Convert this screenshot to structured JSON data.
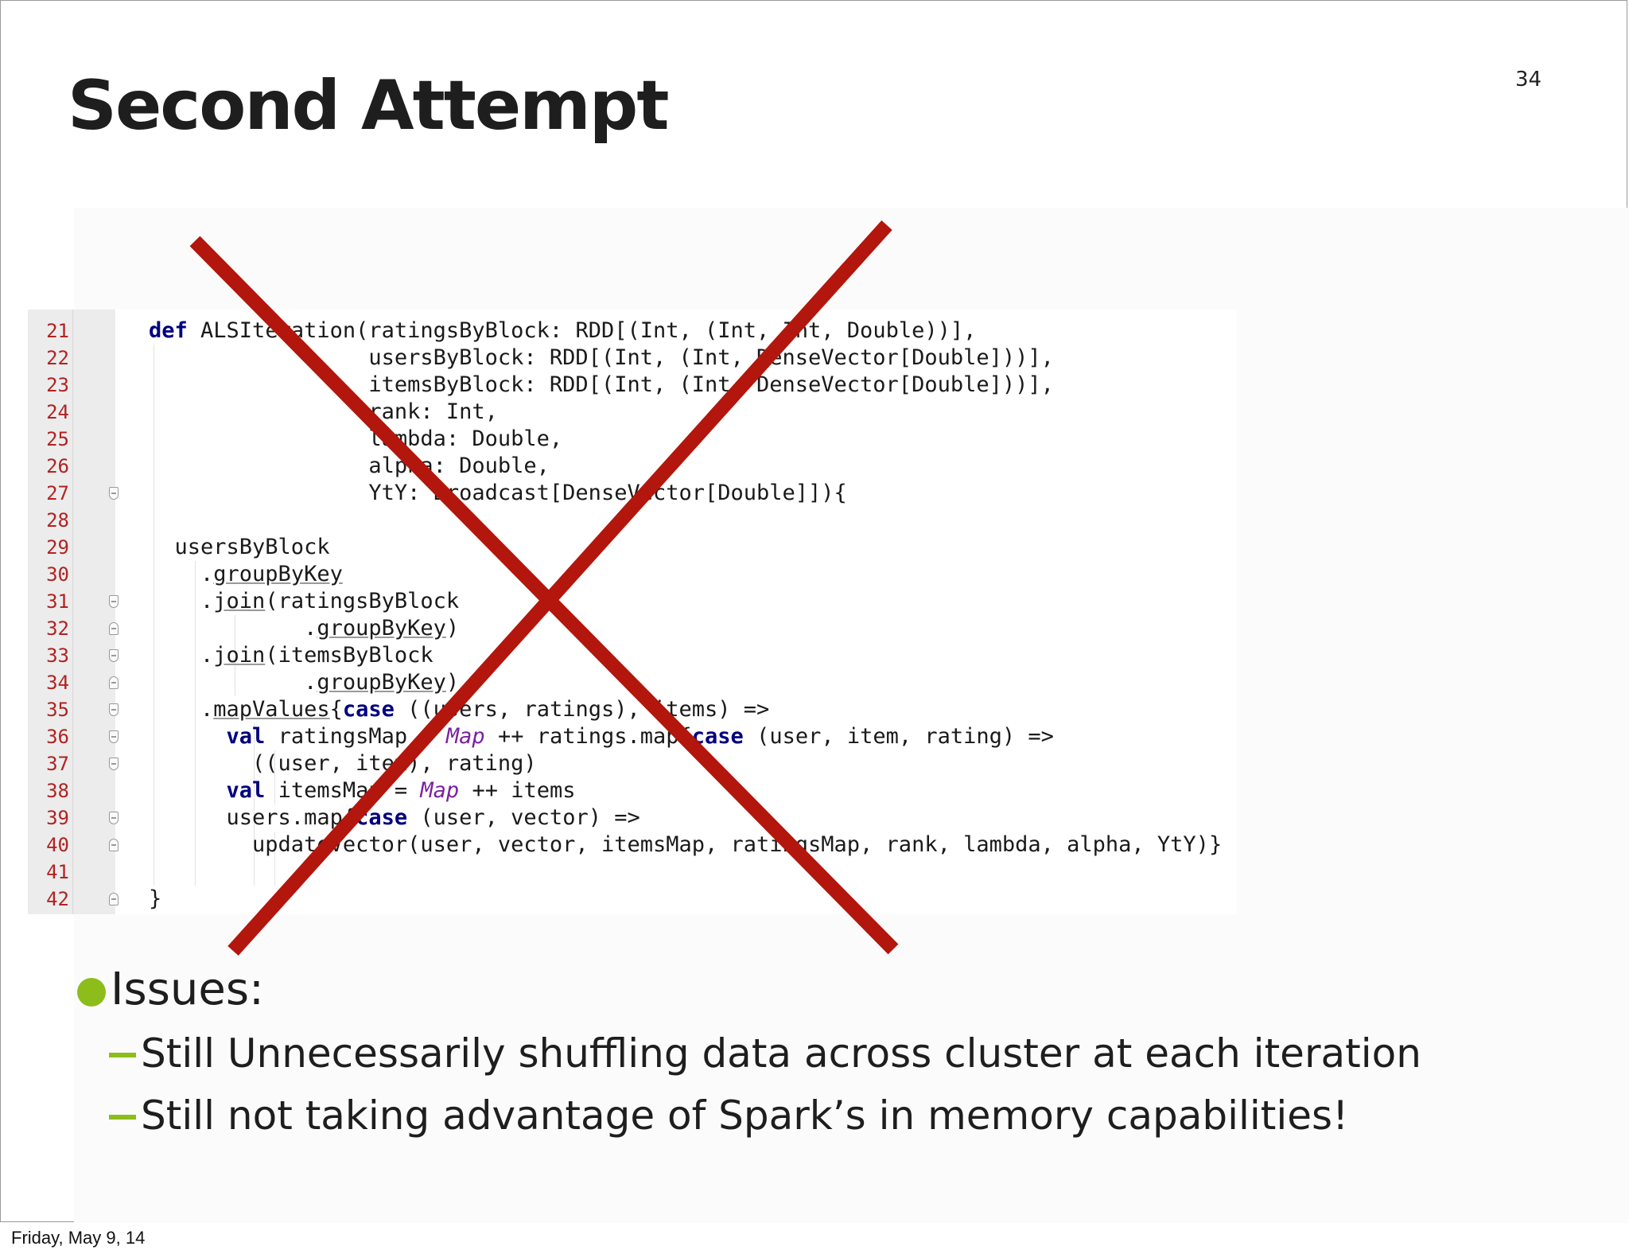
{
  "slide": {
    "title": "Second Attempt",
    "number": "34"
  },
  "code": {
    "line_numbers": [
      "21",
      "22",
      "23",
      "24",
      "25",
      "26",
      "27",
      "28",
      "29",
      "30",
      "31",
      "32",
      "33",
      "34",
      "35",
      "36",
      "37",
      "38",
      "39",
      "40",
      "41",
      "42"
    ],
    "lines": [
      [
        {
          "t": "def",
          "c": "kw"
        },
        {
          "t": " ALSIteration(ratingsByBlock: RDD[(Int, (Int, Int, Double))],"
        }
      ],
      [
        {
          "t": "                 usersByBlock: RDD[(Int, (Int, DenseVector[Double]))],"
        }
      ],
      [
        {
          "t": "                 itemsByBlock: RDD[(Int, (Int, DenseVector[Double]))],"
        }
      ],
      [
        {
          "t": "                 rank: Int,"
        }
      ],
      [
        {
          "t": "                 lambda: Double,"
        }
      ],
      [
        {
          "t": "                 alpha: Double,"
        }
      ],
      [
        {
          "t": "                 YtY: Broadcast[DenseVector[Double]]){"
        }
      ],
      [
        {
          "t": ""
        }
      ],
      [
        {
          "t": "  usersByBlock"
        }
      ],
      [
        {
          "t": "    ."
        },
        {
          "t": "groupByKey",
          "c": "ul"
        }
      ],
      [
        {
          "t": "    ."
        },
        {
          "t": "join",
          "c": "ul"
        },
        {
          "t": "(ratingsByBlock"
        }
      ],
      [
        {
          "t": "            ."
        },
        {
          "t": "groupByKey",
          "c": "ul"
        },
        {
          "t": ")"
        }
      ],
      [
        {
          "t": "    ."
        },
        {
          "t": "join",
          "c": "ul"
        },
        {
          "t": "(itemsByBlock"
        }
      ],
      [
        {
          "t": "            ."
        },
        {
          "t": "groupByKey",
          "c": "ul"
        },
        {
          "t": ")"
        }
      ],
      [
        {
          "t": "    ."
        },
        {
          "t": "mapValues",
          "c": "ul"
        },
        {
          "t": "{"
        },
        {
          "t": "case",
          "c": "kw"
        },
        {
          "t": " ((users, ratings), items) =>"
        }
      ],
      [
        {
          "t": "      "
        },
        {
          "t": "val",
          "c": "kw"
        },
        {
          "t": " ratingsMap = "
        },
        {
          "t": "Map",
          "c": "it"
        },
        {
          "t": " ++ ratings.map{"
        },
        {
          "t": "case",
          "c": "kw"
        },
        {
          "t": " (user, item, rating) =>"
        }
      ],
      [
        {
          "t": "        ((user, item), rating)"
        }
      ],
      [
        {
          "t": "      "
        },
        {
          "t": "val",
          "c": "kw"
        },
        {
          "t": " itemsMap = "
        },
        {
          "t": "Map",
          "c": "it"
        },
        {
          "t": " ++ items"
        }
      ],
      [
        {
          "t": "      users.map{"
        },
        {
          "t": "case",
          "c": "kw"
        },
        {
          "t": " (user, vector) =>"
        }
      ],
      [
        {
          "t": "        updateVector(user, vector, itemsMap, ratingsMap, rank, lambda, alpha, YtY)}"
        }
      ],
      [
        {
          "t": ""
        }
      ],
      [
        {
          "t": "}"
        }
      ]
    ]
  },
  "bullets": {
    "main": "Issues:",
    "sub": [
      "Still Unnecessarily shuffling data across cluster at each iteration",
      "Still not taking advantage of Spark’s in memory capabilities!"
    ]
  },
  "footer": {
    "date": "Friday, May 9, 14"
  },
  "colors": {
    "accent_green": "#8dbd1b",
    "cross_red": "#b3160c",
    "line_number_red": "#b22222",
    "keyword_navy": "#000080",
    "type_purple": "#7a1fa2"
  },
  "icons": {
    "cross_mark": "red-x-icon",
    "bullet": "green-circle-bullet",
    "fold": "code-fold-marker-icon"
  }
}
